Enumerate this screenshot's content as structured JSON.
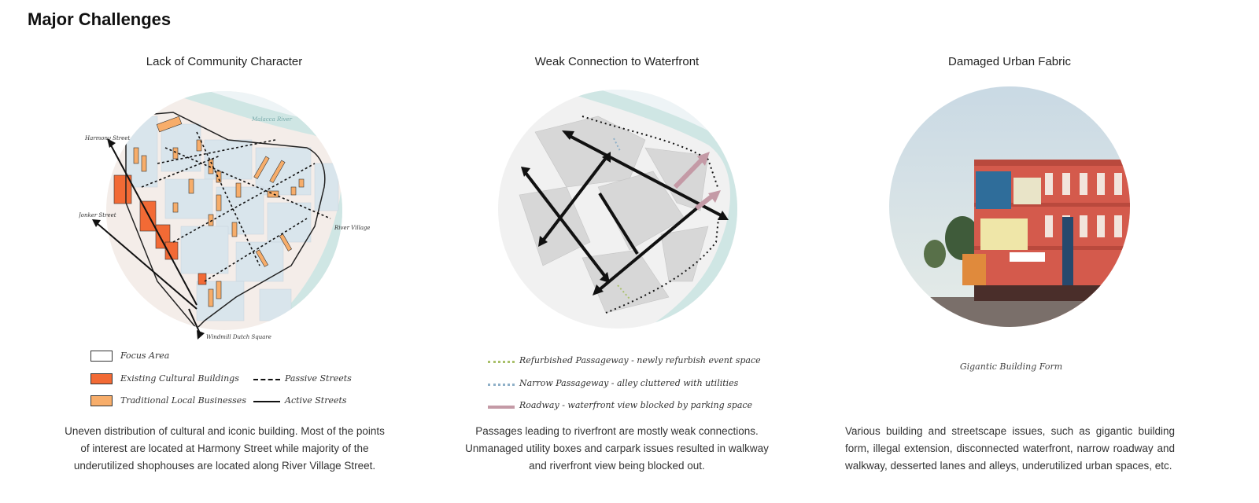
{
  "page_title": "Major Challenges",
  "columns": [
    {
      "title": "Lack of Community Character",
      "description": "Uneven distribution of cultural and iconic building. Most of the points of interest are located at Harmony Street while majority of the underutilized shophouses are located along River Village Street.",
      "map_labels": {
        "harmony": "Harmony Street",
        "jonker": "Jonker Street",
        "river_village": "River Village Street",
        "windmill": "Windmill Dutch Square",
        "river": "Malacca River"
      },
      "legend": {
        "focus_area": "Focus Area",
        "cultural": "Existing Cultural Buildings",
        "traditional": "Traditional Local Businesses",
        "passive": "Passive Streets",
        "active": "Active Streets"
      }
    },
    {
      "title": "Weak Connection to Waterfront",
      "description": "Passages leading to riverfront are mostly weak connections. Unmanaged utility boxes and carpark issues resulted in walkway and riverfront view being blocked out.",
      "legend": {
        "refurbished": "Refurbished Passageway - newly refurbish event space",
        "narrow": "Narrow Passageway - alley cluttered with utilities",
        "roadway": "Roadway - waterfront view blocked by parking space"
      }
    },
    {
      "title": "Damaged Urban Fabric",
      "caption": "Gigantic Building Form",
      "description": "Various building and streetscape issues, such as gigantic building form, illegal extension, disconnected waterfront, narrow roadway and walkway, desserted lanes and alleys, underutilized urban spaces, etc."
    }
  ],
  "colors": {
    "cultural": "#f26a35",
    "traditional": "#f7ad6a",
    "river": "#cfe6e4",
    "block": "#d9e5ec",
    "roadway": "#c49aa6",
    "refurbished": "#a9c06a",
    "narrow": "#8fb0c8"
  }
}
